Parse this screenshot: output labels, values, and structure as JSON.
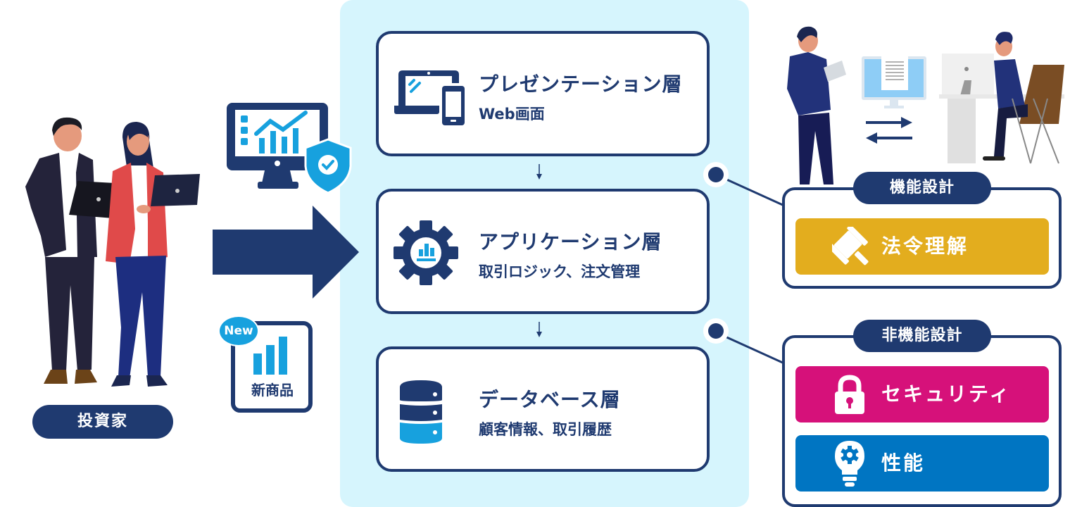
{
  "colors": {
    "navy": "#1f3a70",
    "accent_blue": "#17a1de",
    "panel_bg": "#d6f5fd",
    "legal_yellow": "#e3ad1e",
    "security_magenta": "#d6117a",
    "performance_blue": "#0075c2"
  },
  "investor": {
    "label": "投資家",
    "illustration": "two-business-people-with-laptops"
  },
  "inputs": {
    "system_icon": "monitor-chart-shield-icon",
    "new_product": {
      "badge": "New",
      "label": "新商品"
    }
  },
  "layers": [
    {
      "title": "プレゼンテーション層",
      "subtitle": "Web画面",
      "icon": "laptop-phone-icon"
    },
    {
      "title": "アプリケーション層",
      "subtitle": "取引ロジック、注文管理",
      "icon": "gear-chart-icon"
    },
    {
      "title": "データベース層",
      "subtitle": "顧客情報、取引履歴",
      "icon": "database-icon"
    }
  ],
  "design": {
    "illustration": "consultant-and-developer-at-desk",
    "functional": {
      "tag": "機能設計",
      "items": [
        {
          "label": "法令理解",
          "icon": "gavel-icon"
        }
      ]
    },
    "non_functional": {
      "tag": "非機能設計",
      "items": [
        {
          "label": "セキュリティ",
          "icon": "lock-icon"
        },
        {
          "label": "性能",
          "icon": "lightbulb-gear-icon"
        }
      ]
    }
  }
}
